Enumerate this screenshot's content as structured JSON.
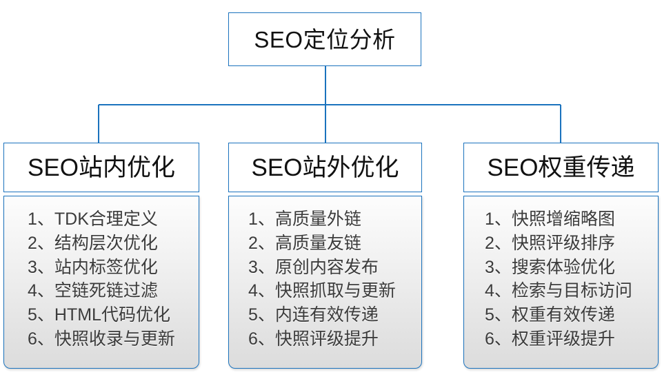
{
  "diagram": {
    "title": "SEO定位分析",
    "accent_color": "#1a72bd",
    "root": {
      "label": "SEO定位分析"
    },
    "columns": [
      {
        "header": "SEO站内优化",
        "items": [
          "1、TDK合理定义",
          "2、结构层次优化",
          "3、站内标签优化",
          "4、空链死链过滤",
          "5、HTML代码优化",
          "6、快照收录与更新"
        ]
      },
      {
        "header": "SEO站外优化",
        "items": [
          "1、高质量外链",
          "2、高质量友链",
          "3、原创内容发布",
          "4、快照抓取与更新",
          "5、内连有效传递",
          "6、快照评级提升"
        ]
      },
      {
        "header": "SEO权重传递",
        "items": [
          "1、快照增缩略图",
          "2、快照评级排序",
          "3、搜索体验优化",
          "4、检索与目标访问",
          "5、权重有效传递",
          "6、权重评级提升"
        ]
      }
    ]
  }
}
